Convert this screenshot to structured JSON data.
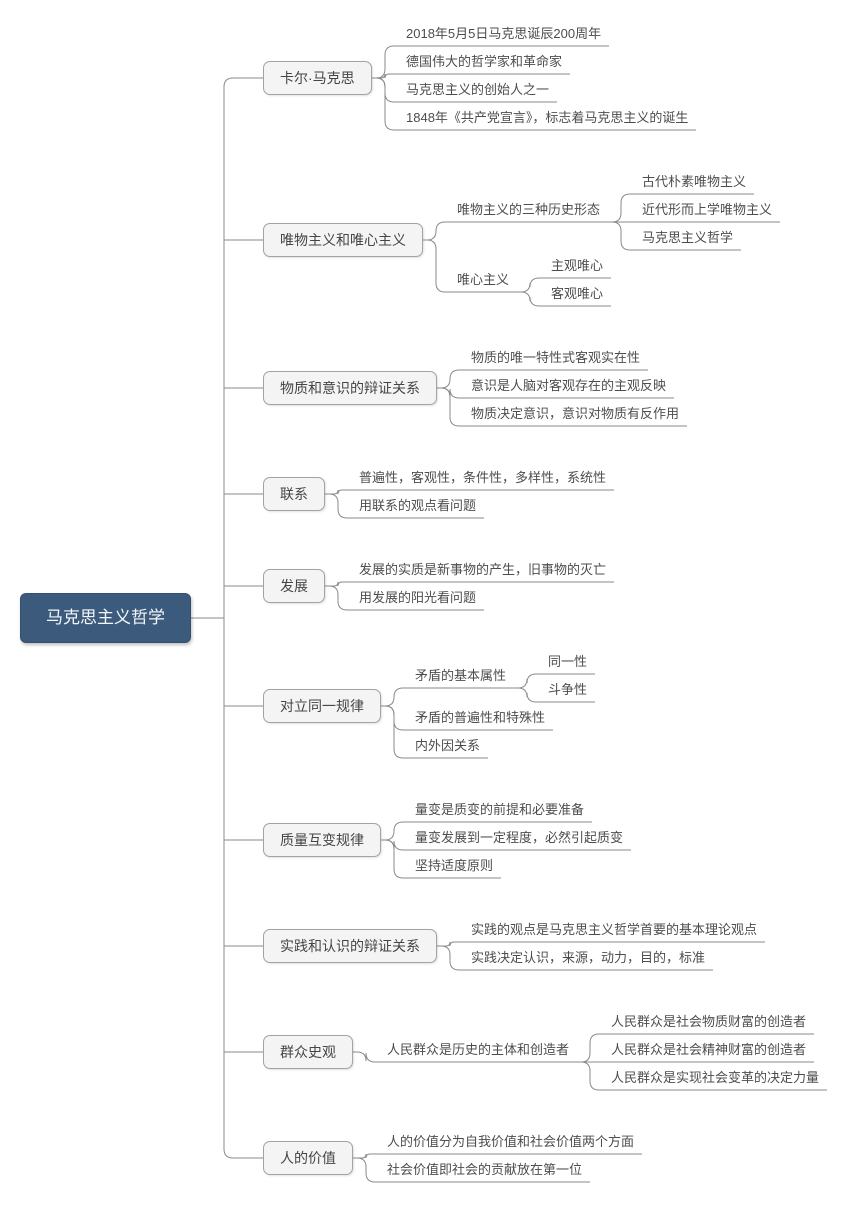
{
  "colors": {
    "root_bg": "#3c5a7c",
    "root_text": "#f2f6fa",
    "node_bg": "#f4f4f4",
    "node_border": "#a3a3a3",
    "node_text": "#454545",
    "leaf_text": "#4d4d4d",
    "line": "#8a8a8a"
  },
  "root": {
    "label": "马克思主义哲学",
    "children": [
      {
        "label": "卡尔·马克思",
        "children": [
          {
            "label": "2018年5月5日马克思诞辰200周年"
          },
          {
            "label": "德国伟大的哲学家和革命家"
          },
          {
            "label": "马克思主义的创始人之一"
          },
          {
            "label": "1848年《共产党宣言》，标志着马克思主义的诞生"
          }
        ]
      },
      {
        "label": "唯物主义和唯心主义",
        "children": [
          {
            "label": "唯物主义的三种历史形态",
            "children": [
              {
                "label": "古代朴素唯物主义"
              },
              {
                "label": "近代形而上学唯物主义"
              },
              {
                "label": "马克思主义哲学"
              }
            ]
          },
          {
            "label": "唯心主义",
            "children": [
              {
                "label": "主观唯心"
              },
              {
                "label": "客观唯心"
              }
            ]
          }
        ]
      },
      {
        "label": "物质和意识的辩证关系",
        "children": [
          {
            "label": "物质的唯一特性式客观实在性"
          },
          {
            "label": "意识是人脑对客观存在的主观反映"
          },
          {
            "label": "物质决定意识，意识对物质有反作用"
          }
        ]
      },
      {
        "label": "联系",
        "children": [
          {
            "label": "普遍性，客观性，条件性，多样性，系统性"
          },
          {
            "label": "用联系的观点看问题"
          }
        ]
      },
      {
        "label": "发展",
        "children": [
          {
            "label": "发展的实质是新事物的产生，旧事物的灭亡"
          },
          {
            "label": "用发展的阳光看问题"
          }
        ]
      },
      {
        "label": "对立同一规律",
        "children": [
          {
            "label": "矛盾的基本属性",
            "children": [
              {
                "label": "同一性"
              },
              {
                "label": "斗争性"
              }
            ]
          },
          {
            "label": "矛盾的普遍性和特殊性"
          },
          {
            "label": "内外因关系"
          }
        ]
      },
      {
        "label": "质量互变规律",
        "children": [
          {
            "label": "量变是质变的前提和必要准备"
          },
          {
            "label": "量变发展到一定程度，必然引起质变"
          },
          {
            "label": "坚持适度原则"
          }
        ]
      },
      {
        "label": "实践和认识的辩证关系",
        "children": [
          {
            "label": "实践的观点是马克思主义哲学首要的基本理论观点"
          },
          {
            "label": "实践决定认识，来源，动力，目的，标准"
          }
        ]
      },
      {
        "label": "群众史观",
        "children": [
          {
            "label": "人民群众是历史的主体和创造者",
            "children": [
              {
                "label": "人民群众是社会物质财富的创造者"
              },
              {
                "label": "人民群众是社会精神财富的创造者"
              },
              {
                "label": "人民群众是实现社会变革的决定力量"
              }
            ]
          }
        ]
      },
      {
        "label": "人的价值",
        "children": [
          {
            "label": "人的价值分为自我价值和社会价值两个方面"
          },
          {
            "label": "社会价值即社会的贡献放在第一位"
          }
        ]
      }
    ]
  }
}
